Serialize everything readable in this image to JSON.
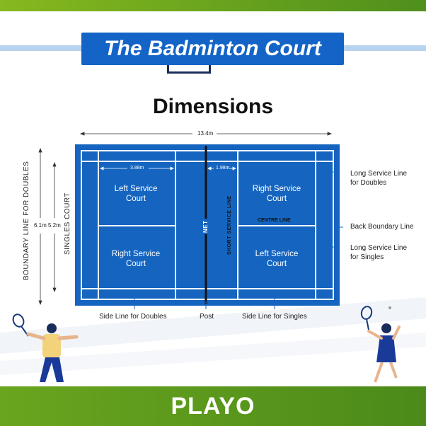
{
  "header": {
    "title": "The Badminton Court",
    "subtitle": "Dimensions"
  },
  "measurements": {
    "court_length": "13.4m",
    "doubles_width": "6.1m",
    "singles_width": "5.2m",
    "left_service_width": "3.88m",
    "front_service_depth": "1.98m"
  },
  "side_labels": {
    "doubles_boundary": "BOUNDARY  LINE  FOR  DOUBLES",
    "singles_court": "SINGLES  COURT"
  },
  "court_labels": {
    "left_service_top": [
      "Left Service",
      "Court"
    ],
    "right_service_bottom_left": [
      "Right Service",
      "Court"
    ],
    "right_service_top_right": [
      "Right Service",
      "Court"
    ],
    "left_service_bottom_right": [
      "Left Service",
      "Court"
    ],
    "net": "NET",
    "short_service_line": "SHORT  SERVICE  LINE",
    "centre_line": "CENTRE LINE"
  },
  "callouts_right": {
    "long_service_doubles": [
      "Long Service Line",
      "for Doubles"
    ],
    "back_boundary": "Back Boundary Line",
    "long_service_singles": [
      "Long Service Line",
      "for Singles"
    ]
  },
  "callouts_bottom": {
    "side_line_doubles": "Side Line for Doubles",
    "post": "Post",
    "side_line_singles": "Side Line for Singles"
  },
  "brand": {
    "logo": "PLAYO"
  },
  "colors": {
    "court": "#1565c0",
    "banner": "#1464c8",
    "green": "#5a9a1e",
    "lines": "#ffffff"
  }
}
